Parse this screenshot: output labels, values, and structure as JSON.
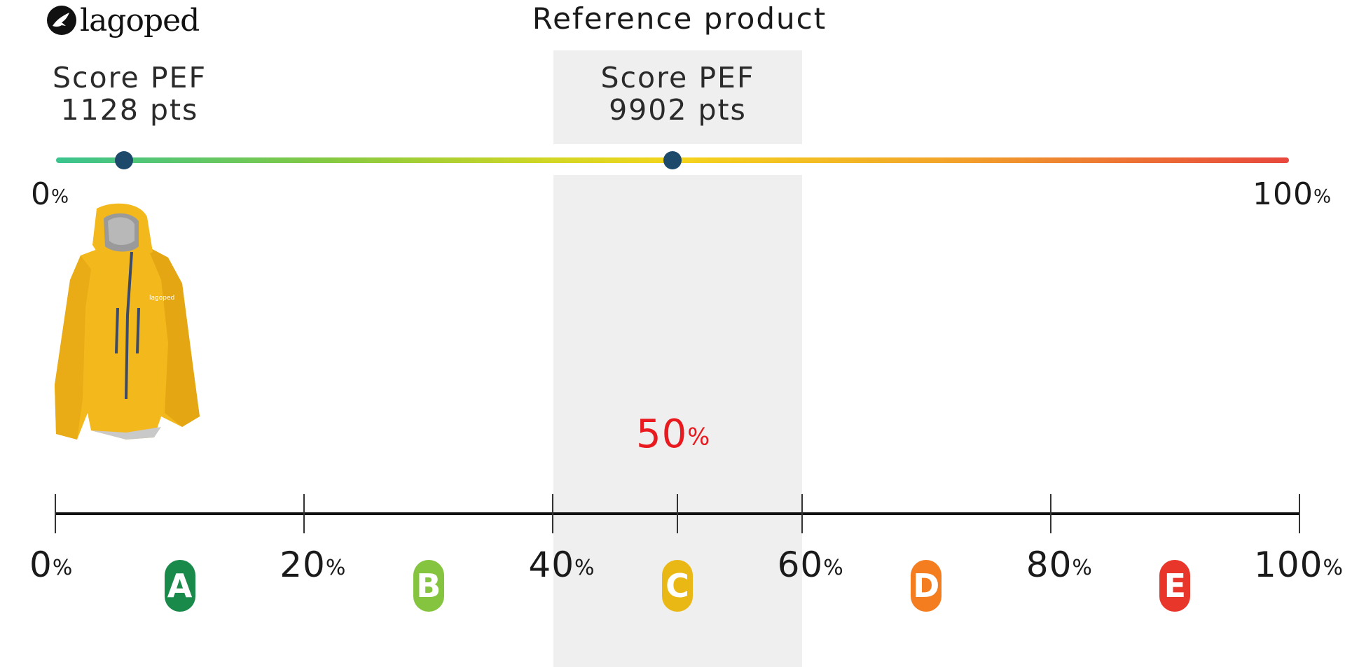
{
  "logo": {
    "text": "lagoped"
  },
  "reference": {
    "title": "Reference product"
  },
  "product_score": {
    "label": "Score PEF",
    "value": "1128 pts"
  },
  "reference_score": {
    "label": "Score PEF",
    "value": "9902 pts"
  },
  "gradient_scale": {
    "min_label": "0",
    "max_label": "100",
    "unit": "%",
    "product_position_pct": 5.5,
    "reference_position_pct": 50
  },
  "center_percent": {
    "value": "50",
    "unit": "%"
  },
  "axis": {
    "labels": [
      "0",
      "20",
      "40",
      "60",
      "80",
      "100"
    ],
    "unit": "%"
  },
  "grades": [
    {
      "letter": "A",
      "color": "#1a8a4a"
    },
    {
      "letter": "B",
      "color": "#85c43f"
    },
    {
      "letter": "C",
      "color": "#eab815"
    },
    {
      "letter": "D",
      "color": "#f47d20"
    },
    {
      "letter": "E",
      "color": "#e8362b"
    }
  ],
  "colors": {
    "dot": "#1d4a6b",
    "highlight_percent": "#e81a20",
    "reference_band": "#efefef"
  }
}
